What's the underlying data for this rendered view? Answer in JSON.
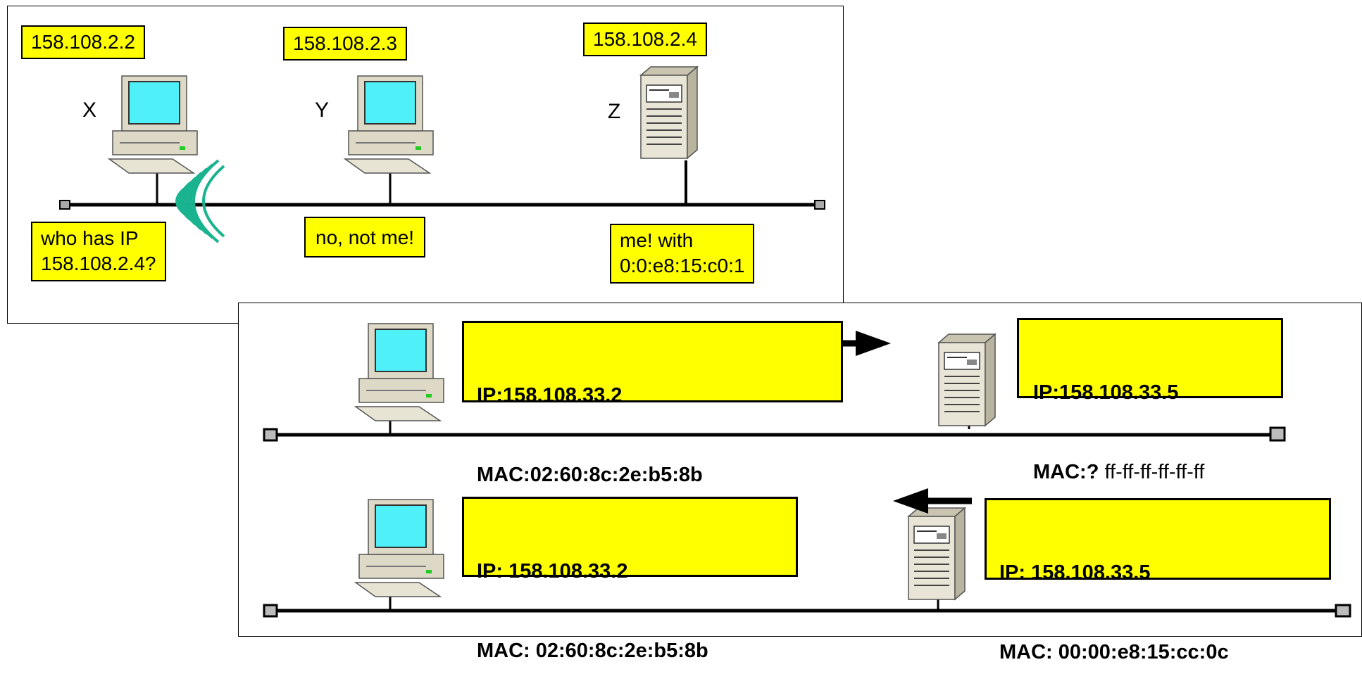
{
  "top_panel": {
    "hosts": [
      {
        "name": "X",
        "ip": "158.108.2.2"
      },
      {
        "name": "Y",
        "ip": "158.108.2.3"
      },
      {
        "name": "Z",
        "ip": "158.108.2.4"
      }
    ],
    "messages": {
      "request": "who has IP\n158.108.2.4?",
      "reply_no": "no, not me!",
      "reply_yes": "me! with\n0:0:e8:15:c0:1"
    }
  },
  "bottom_panel": {
    "request_row": {
      "sender": {
        "ip": "IP:158.108.33.2",
        "mac": "MAC:02:60:8c:2e:b5:8b"
      },
      "target": {
        "ip": "IP:158.108.33.5",
        "mac_prefix": "MAC:?",
        "mac_value": "ff-ff-ff-ff-ff-ff"
      }
    },
    "reply_row": {
      "sender": {
        "ip": "IP: 158.108.33.2",
        "mac": "MAC: 02:60:8c:2e:b5:8b"
      },
      "target": {
        "ip": "IP: 158.108.33.5",
        "mac": "MAC: 00:00:e8:15:cc:0c"
      }
    }
  },
  "colors": {
    "label_bg": "#ffff00",
    "screen": "#4ff0f8",
    "signal": "#19b38f"
  }
}
